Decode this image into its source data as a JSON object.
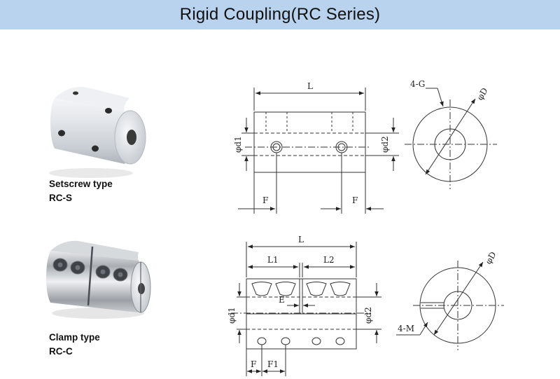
{
  "title": "Rigid Coupling(RC Series)",
  "products": [
    {
      "type_label": "Setscrew type",
      "model": "RC-S"
    },
    {
      "type_label": "Clamp type",
      "model": "RC-C"
    }
  ],
  "rcs_drawing": {
    "length": "L",
    "bore_left": "φd1",
    "bore_right": "φd2",
    "screw_pos_left": "F",
    "screw_pos_right": "F",
    "holes": "4-G",
    "outer_dia": "φD"
  },
  "rcc_drawing": {
    "length": "L",
    "half_left": "L1",
    "half_right": "L2",
    "gap": "E",
    "bore_left": "φd1",
    "bore_right": "φd2",
    "f": "F",
    "f1": "F1",
    "screws": "4-M",
    "outer_dia": "φD"
  }
}
